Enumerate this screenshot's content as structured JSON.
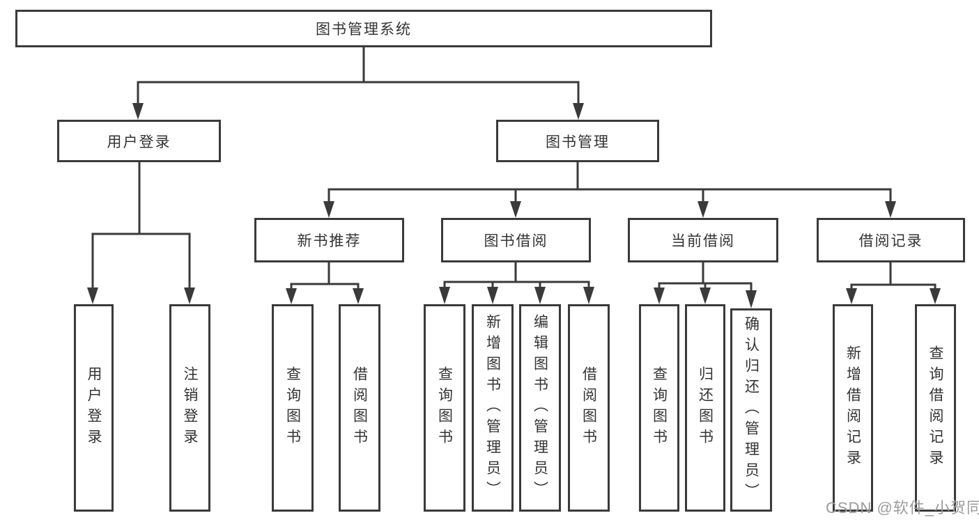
{
  "colors": {
    "line": "#3a3a3a",
    "box_border": "#3a3a3a",
    "box_fill": "#ffffff",
    "text": "#333333",
    "watermark": "#9b9b9b",
    "background": "#ffffff"
  },
  "tree": {
    "label": "图书管理系统",
    "children": [
      {
        "label": "用户登录",
        "children": [
          {
            "label": "用户登录"
          },
          {
            "label": "注销登录"
          }
        ]
      },
      {
        "label": "图书管理",
        "children": [
          {
            "label": "新书推荐",
            "children": [
              {
                "label": "查询图书"
              },
              {
                "label": "借阅图书"
              }
            ]
          },
          {
            "label": "图书借阅",
            "children": [
              {
                "label": "查询图书"
              },
              {
                "label": "新增图书（管理员）"
              },
              {
                "label": "编辑图书（管理员）"
              },
              {
                "label": "借阅图书"
              }
            ]
          },
          {
            "label": "当前借阅",
            "children": [
              {
                "label": "查询图书"
              },
              {
                "label": "归还图书"
              },
              {
                "label": "确认归还（管理员）"
              }
            ]
          },
          {
            "label": "借阅记录",
            "children": [
              {
                "label": "新增借阅记录"
              },
              {
                "label": "查询借阅记录"
              }
            ]
          }
        ]
      }
    ]
  },
  "watermark": {
    "text": "CSDN @软件_小贺同学"
  }
}
